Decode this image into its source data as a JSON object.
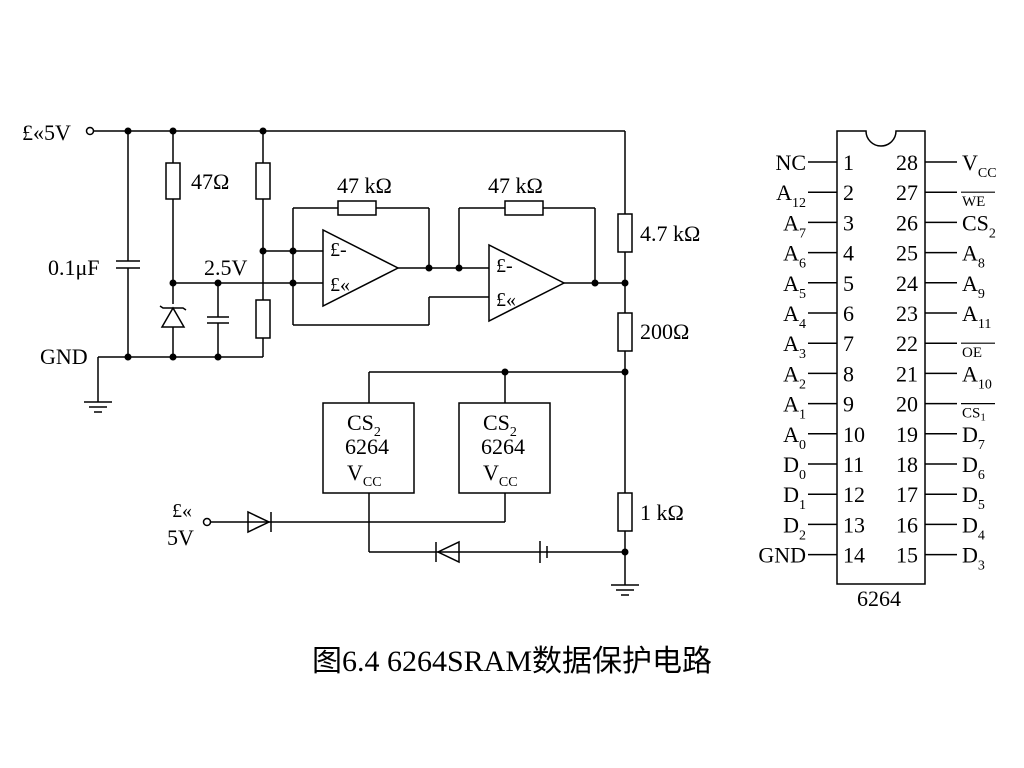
{
  "circuit": {
    "vin_label": "£«5V",
    "gnd_label": "GND",
    "cap_label": "0.1μF",
    "r47_label": "47Ω",
    "ref_label": "2.5V",
    "fb1_label": "47 kΩ",
    "fb2_label": "47 kΩ",
    "r4k7_label": "4.7 kΩ",
    "r200_label": "200Ω",
    "r1k_label": "1 kΩ",
    "op_minus": "£-",
    "op_plus": "£«",
    "chip_cs": "CS",
    "chip_cs_sub": "2",
    "chip_name": "6264",
    "chip_vcc": "V",
    "chip_vcc_sub": "CC",
    "batt_plus": "£«",
    "batt_label": "5V"
  },
  "pinout": {
    "chip_name": "6264",
    "left_pins": [
      {
        "num": "1",
        "name": "NC",
        "sub": ""
      },
      {
        "num": "2",
        "name": "A",
        "sub": "12"
      },
      {
        "num": "3",
        "name": "A",
        "sub": "7"
      },
      {
        "num": "4",
        "name": "A",
        "sub": "6"
      },
      {
        "num": "5",
        "name": "A",
        "sub": "5"
      },
      {
        "num": "6",
        "name": "A",
        "sub": "4"
      },
      {
        "num": "7",
        "name": "A",
        "sub": "3"
      },
      {
        "num": "8",
        "name": "A",
        "sub": "2"
      },
      {
        "num": "9",
        "name": "A",
        "sub": "1"
      },
      {
        "num": "10",
        "name": "A",
        "sub": "0"
      },
      {
        "num": "11",
        "name": "D",
        "sub": "0"
      },
      {
        "num": "12",
        "name": "D",
        "sub": "1"
      },
      {
        "num": "13",
        "name": "D",
        "sub": "2"
      },
      {
        "num": "14",
        "name": "GND",
        "sub": ""
      }
    ],
    "right_pins": [
      {
        "num": "28",
        "name": "V",
        "sub": "CC",
        "bar": false,
        "small": false
      },
      {
        "num": "27",
        "name": "WE",
        "sub": "",
        "bar": true,
        "small": true
      },
      {
        "num": "26",
        "name": "CS",
        "sub": "2",
        "bar": false,
        "small": false
      },
      {
        "num": "25",
        "name": "A",
        "sub": "8",
        "bar": false,
        "small": false
      },
      {
        "num": "24",
        "name": "A",
        "sub": "9",
        "bar": false,
        "small": false
      },
      {
        "num": "23",
        "name": "A",
        "sub": "11",
        "bar": false,
        "small": false
      },
      {
        "num": "22",
        "name": "OE",
        "sub": "",
        "bar": true,
        "small": true
      },
      {
        "num": "21",
        "name": "A",
        "sub": "10",
        "bar": false,
        "small": false
      },
      {
        "num": "20",
        "name": "CS",
        "sub": "1",
        "bar": true,
        "small": true
      },
      {
        "num": "19",
        "name": "D",
        "sub": "7",
        "bar": false,
        "small": false
      },
      {
        "num": "18",
        "name": "D",
        "sub": "6",
        "bar": false,
        "small": false
      },
      {
        "num": "17",
        "name": "D",
        "sub": "5",
        "bar": false,
        "small": false
      },
      {
        "num": "16",
        "name": "D",
        "sub": "4",
        "bar": false,
        "small": false
      },
      {
        "num": "15",
        "name": "D",
        "sub": "3",
        "bar": false,
        "small": false
      }
    ]
  },
  "caption": "图6.4  6264SRAM数据保护电路"
}
